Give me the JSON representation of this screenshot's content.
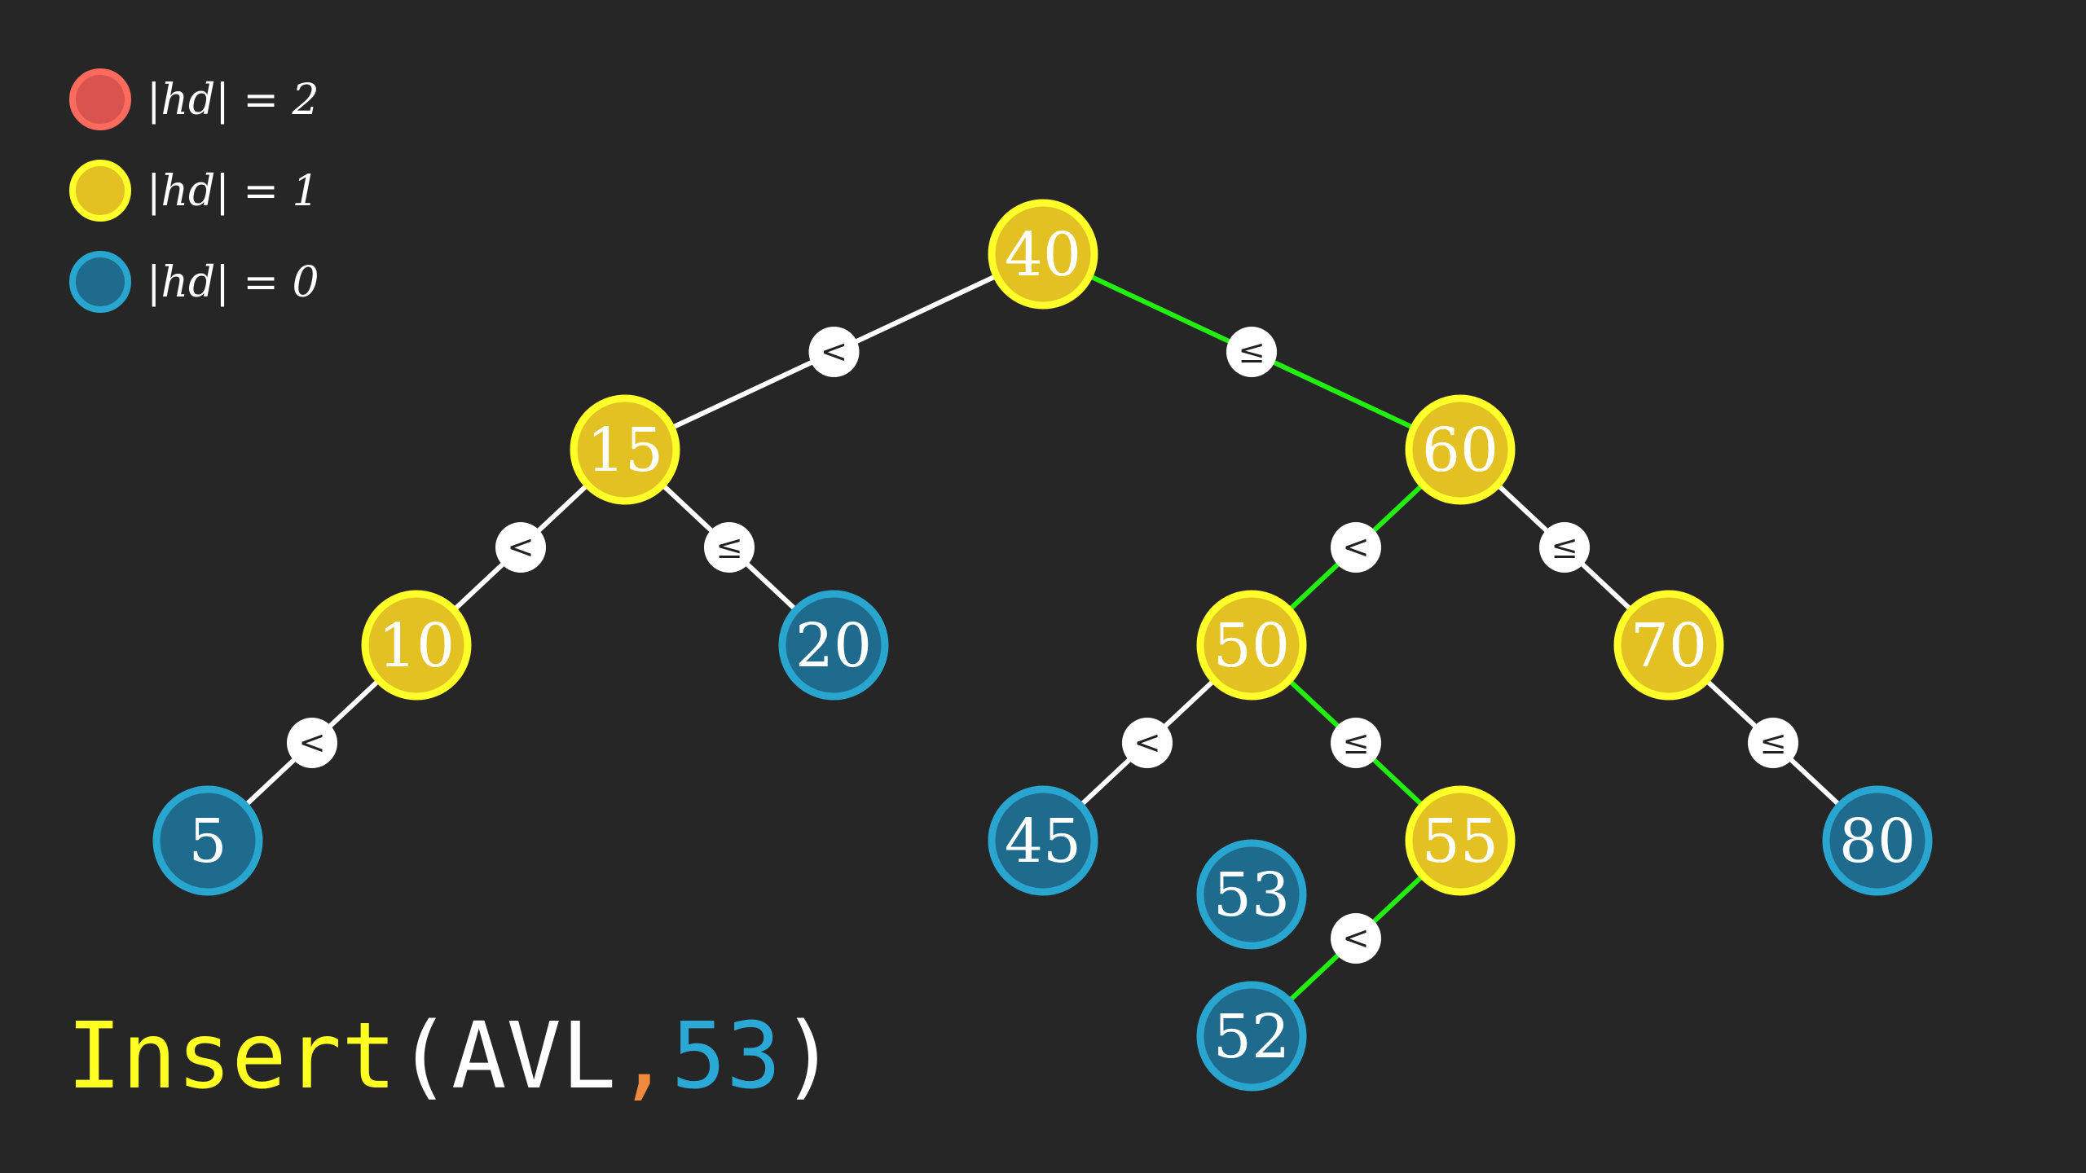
{
  "colors": {
    "background": "#262626",
    "hd2_fill": "#d9534f",
    "hd2_stroke": "#ff6a5e",
    "hd1_fill": "#e3c122",
    "hd1_stroke": "#ffff2a",
    "hd0_fill": "#1f6b8e",
    "hd0_stroke": "#28a6cf",
    "edge_default": "#ffffff",
    "edge_highlight": "#22ee11",
    "cmd_func": "#ffff22",
    "cmd_paren": "#ffffff",
    "cmd_arg": "#ffffff",
    "cmd_comma": "#f08a3c",
    "cmd_value": "#2aa8d6"
  },
  "legend": [
    {
      "status": "hd2",
      "label": "|hd| = 2"
    },
    {
      "status": "hd1",
      "label": "|hd| = 1"
    },
    {
      "status": "hd0",
      "label": "|hd| = 0"
    }
  ],
  "command": {
    "func": "Insert",
    "open": "(",
    "arg": "AVL",
    "comma": ",",
    "value": "53",
    "close": ")"
  },
  "nodes": [
    {
      "id": "n40",
      "label": "40",
      "status": "hd1"
    },
    {
      "id": "n15",
      "label": "15",
      "status": "hd1"
    },
    {
      "id": "n60",
      "label": "60",
      "status": "hd1"
    },
    {
      "id": "n10",
      "label": "10",
      "status": "hd1"
    },
    {
      "id": "n20",
      "label": "20",
      "status": "hd0"
    },
    {
      "id": "n50",
      "label": "50",
      "status": "hd1"
    },
    {
      "id": "n70",
      "label": "70",
      "status": "hd1"
    },
    {
      "id": "n5",
      "label": "5",
      "status": "hd0"
    },
    {
      "id": "n45",
      "label": "45",
      "status": "hd0"
    },
    {
      "id": "n55",
      "label": "55",
      "status": "hd1"
    },
    {
      "id": "n80",
      "label": "80",
      "status": "hd0"
    },
    {
      "id": "n52",
      "label": "52",
      "status": "hd0"
    },
    {
      "id": "n53",
      "label": "53",
      "status": "hd0"
    }
  ],
  "edges": [
    {
      "from": "n40",
      "to": "n15",
      "label": "<",
      "highlight": false
    },
    {
      "from": "n40",
      "to": "n60",
      "label": "≤",
      "highlight": true
    },
    {
      "from": "n15",
      "to": "n10",
      "label": "<",
      "highlight": false
    },
    {
      "from": "n15",
      "to": "n20",
      "label": "≤",
      "highlight": false
    },
    {
      "from": "n60",
      "to": "n50",
      "label": "<",
      "highlight": true
    },
    {
      "from": "n60",
      "to": "n70",
      "label": "≤",
      "highlight": false
    },
    {
      "from": "n10",
      "to": "n5",
      "label": "<",
      "highlight": false
    },
    {
      "from": "n50",
      "to": "n45",
      "label": "<",
      "highlight": false
    },
    {
      "from": "n50",
      "to": "n55",
      "label": "≤",
      "highlight": true
    },
    {
      "from": "n70",
      "to": "n80",
      "label": "≤",
      "highlight": false
    },
    {
      "from": "n55",
      "to": "n52",
      "label": "<",
      "highlight": true
    }
  ]
}
